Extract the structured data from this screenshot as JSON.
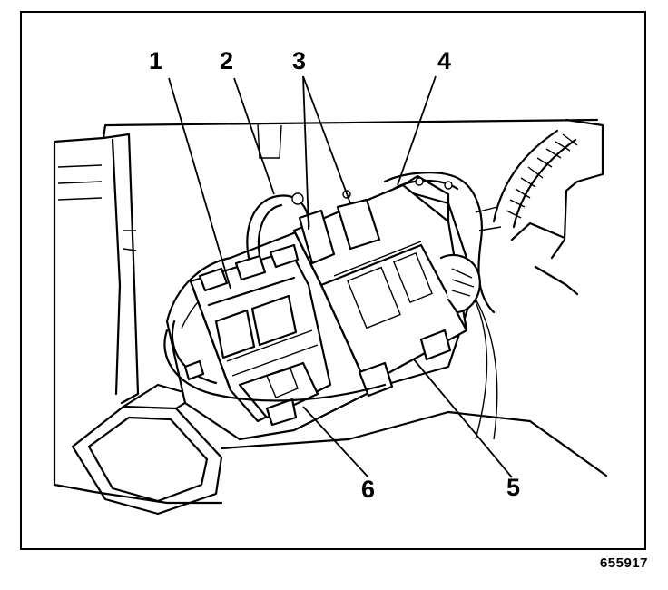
{
  "figure": {
    "id": "655917",
    "callouts": [
      {
        "label": "1"
      },
      {
        "label": "2"
      },
      {
        "label": "3"
      },
      {
        "label": "4"
      },
      {
        "label": "5"
      },
      {
        "label": "6"
      }
    ]
  }
}
